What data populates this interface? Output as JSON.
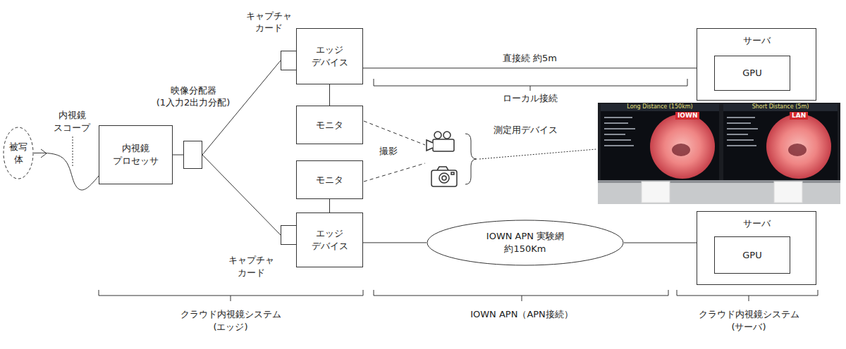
{
  "diagram": {
    "nodes": [
      {
        "text": [
          "被写体"
        ]
      },
      {
        "text": [
          "内視鏡 プロセッサ"
        ]
      },
      {
        "text": [
          "映像分配器 (1入力2出力分配)"
        ]
      },
      {
        "text": [
          "キャプチャ カード"
        ]
      },
      {
        "text": [
          "エッジ デバイス"
        ]
      },
      {
        "text": [
          "モニタ"
        ]
      },
      {
        "text": [
          "モニタ"
        ]
      },
      {
        "text": [
          "キャプチャ カード"
        ]
      },
      {
        "text": [
          "エッジ デバイス"
        ]
      },
      {
        "text": [
          "サーバ"
        ]
      },
      {
        "text": [
          "GPU"
        ],
        "in": 9
      },
      {
        "text": [
          "IOWN APN 実験網 約150Km"
        ]
      },
      {
        "text": [
          "サーバ"
        ]
      },
      {
        "text": [
          "GPU"
        ],
        "in": 12
      }
    ],
    "edges": [
      {
        "from": 0,
        "to": 1,
        "arrow": "none"
      },
      {
        "from": 1,
        "to": 2,
        "arrow": "none"
      },
      {
        "from": 2,
        "to": 3,
        "arrow": "none"
      },
      {
        "from": 2,
        "to": 7,
        "arrow": "none"
      },
      {
        "from": 4,
        "to": 5,
        "arrow": "none"
      },
      {
        "from": 8,
        "to": 6,
        "arrow": "none"
      },
      {
        "from": 4,
        "to": 9,
        "label": "直接続 約5m",
        "arrow": "none"
      },
      {
        "from": 8,
        "to": 11,
        "arrow": "none"
      },
      {
        "from": 11,
        "to": 12,
        "arrow": "none"
      }
    ],
    "labels": [
      "内視鏡 スコープ",
      "撮影",
      "測定用デバイス",
      "ローカル接続",
      "Long Distance (150km)",
      "IOWN",
      "Short Distance (5m)",
      "LAN",
      "クラウド内視鏡システム (エッジ)",
      "IOWN APN（APN接続）",
      "クラウド内視鏡システム (サーバ)"
    ]
  }
}
